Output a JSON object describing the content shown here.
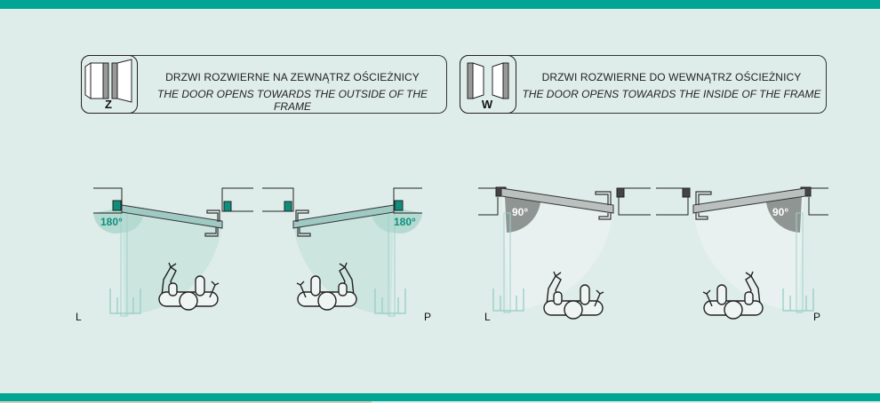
{
  "legend_outward": {
    "letter": "Z",
    "title_pl": "DRZWI ROZWIERNE NA ZEWNĄTRZ OŚCIEŻNICY",
    "title_en": "THE DOOR OPENS TOWARDS THE OUTSIDE OF THE FRAME"
  },
  "legend_inward": {
    "letter": "W",
    "title_pl": "DRZWI ROZWIERNE DO WEWNĄTRZ OŚCIEŻNICY",
    "title_en": "THE DOOR OPENS TOWARDS THE INSIDE OF THE FRAME"
  },
  "diagrams": [
    {
      "side": "L",
      "angle": "180°"
    },
    {
      "side": "P",
      "angle": "180°"
    },
    {
      "side": "L",
      "angle": "90°"
    },
    {
      "side": "P",
      "angle": "90°"
    }
  ],
  "colors": {
    "accent": "#00a693",
    "background": "#dfedea",
    "door_outward": "#9fcac3",
    "door_inward": "#b9c0be",
    "angle_inward": "#8f9593"
  }
}
